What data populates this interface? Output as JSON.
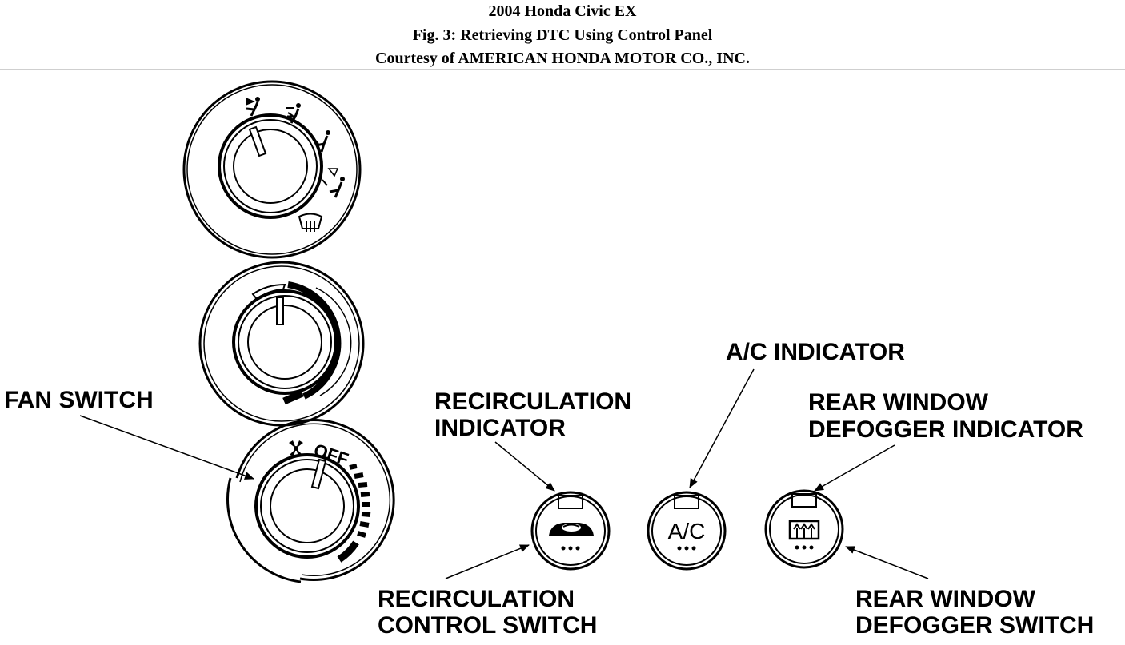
{
  "header": {
    "line1": "2004 Honda Civic EX",
    "line2": "Fig. 3: Retrieving DTC Using Control Panel",
    "line3": "Courtesy of AMERICAN HONDA MOTOR CO., INC."
  },
  "labels": {
    "fan_switch": "FAN SWITCH",
    "recirc_indicator_1": "RECIRCULATION",
    "recirc_indicator_2": "INDICATOR",
    "ac_indicator": "A/C INDICATOR",
    "rear_defog_indicator_1": "REAR WINDOW",
    "rear_defog_indicator_2": "DEFOGGER INDICATOR",
    "recirc_switch_1": "RECIRCULATION",
    "recirc_switch_2": "CONTROL SWITCH",
    "rear_defog_switch_1": "REAR WINDOW",
    "rear_defog_switch_2": "DEFOGGER SWITCH"
  },
  "knob_marks": {
    "fan_off": "OFF",
    "ac_button": "A/C"
  },
  "icons": {
    "mode_knob": [
      "vent-face-icon",
      "bi-level-icon",
      "foot-icon",
      "foot-defrost-icon",
      "defrost-icon"
    ],
    "fan_knob": [
      "fan-icon"
    ],
    "buttons": [
      "recirculation-car-icon",
      "ac-text-icon",
      "rear-defogger-icon"
    ]
  }
}
